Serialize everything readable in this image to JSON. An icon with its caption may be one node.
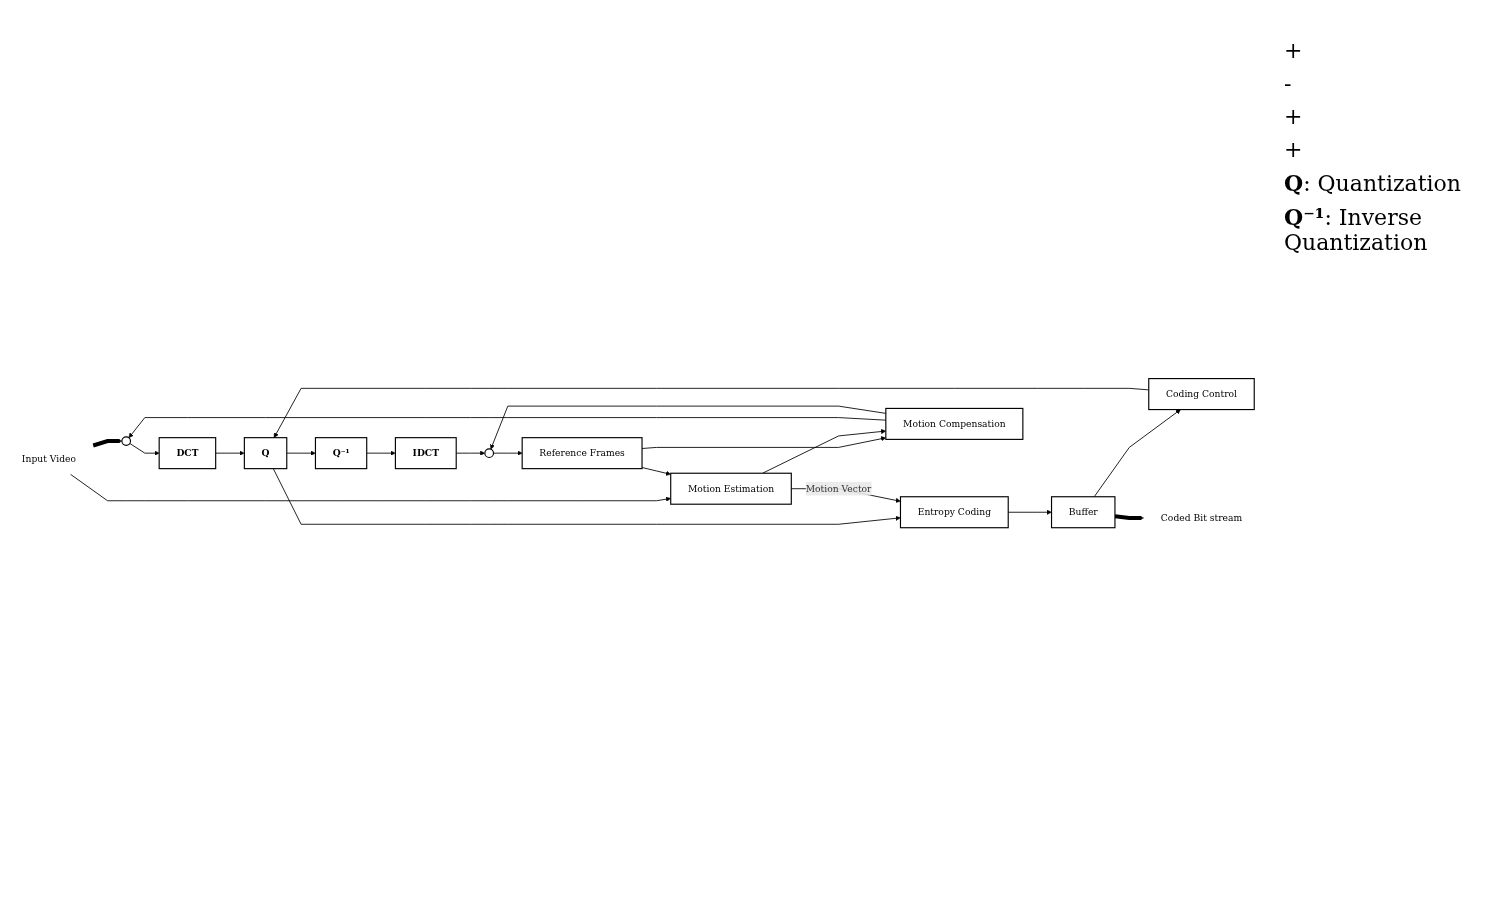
{
  "diagram": {
    "nodes": [
      {
        "text": [
          "Input Video"
        ]
      },
      {
        "text": [],
        "shape": "circle"
      },
      {
        "text": [
          "DCT"
        ]
      },
      {
        "text": [
          "Q"
        ]
      },
      {
        "text": [
          "Coding Control"
        ]
      },
      {
        "text": [
          "Entropy Coding"
        ]
      },
      {
        "text": [
          "Buffer"
        ]
      },
      {
        "text": [
          "Coded Bit stream"
        ]
      },
      {
        "text": [
          "Q⁻¹"
        ]
      },
      {
        "text": [
          "IDCT"
        ]
      },
      {
        "text": [],
        "shape": "circle"
      },
      {
        "text": [
          "Reference Frames"
        ]
      },
      {
        "text": [
          "Motion Compensation"
        ]
      },
      {
        "text": [
          "Motion Estimation"
        ]
      }
    ],
    "edges": [
      {
        "from": 0,
        "to": 1,
        "arrow": "to",
        "style": "thick"
      },
      {
        "from": 0,
        "to": 13,
        "arrow": "to"
      },
      {
        "from": 1,
        "to": 2,
        "arrow": "to"
      },
      {
        "from": 2,
        "to": 3,
        "arrow": "to"
      },
      {
        "from": 3,
        "to": 5,
        "arrow": "to"
      },
      {
        "from": 3,
        "to": 8,
        "arrow": "to"
      },
      {
        "from": 4,
        "to": 3,
        "arrow": "to"
      },
      {
        "from": 5,
        "to": 6,
        "arrow": "to"
      },
      {
        "from": 6,
        "to": 4,
        "arrow": "to"
      },
      {
        "from": 6,
        "to": 7,
        "arrow": "to",
        "style": "thick"
      },
      {
        "from": 8,
        "to": 9,
        "arrow": "to"
      },
      {
        "from": 9,
        "to": 10,
        "arrow": "to"
      },
      {
        "from": 12,
        "to": 1,
        "arrow": "to"
      },
      {
        "from": 12,
        "to": 10,
        "arrow": "to"
      },
      {
        "from": 10,
        "to": 11,
        "arrow": "to"
      },
      {
        "from": 11,
        "to": 12,
        "arrow": "to"
      },
      {
        "from": 11,
        "to": 13,
        "arrow": "to"
      },
      {
        "from": 13,
        "to": 12,
        "arrow": "to"
      },
      {
        "from": 13,
        "to": 5,
        "arrow": "to",
        "label": "Motion Vector"
      }
    ],
    "labels": [
      "+",
      "-",
      "+",
      "+",
      "**Q**: Quantization",
      "**Q⁻¹**: Inverse Quantization"
    ]
  }
}
